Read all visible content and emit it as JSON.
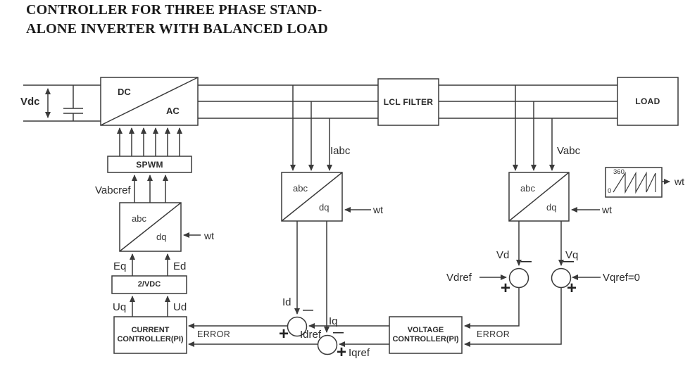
{
  "title": {
    "line1": "CONTROLLER FOR THREE PHASE STAND-",
    "line2": "ALONE INVERTER WITH BALANCED LOAD"
  },
  "colors": {
    "line": "#3a3a3a",
    "text": "#2b2b2b",
    "background": "#ffffff"
  },
  "diagram": {
    "vdc": "Vdc",
    "inverter": {
      "dc": "DC",
      "ac": "AC"
    },
    "spwm": "SPWM",
    "lcl": "LCL FILTER",
    "load": "LOAD",
    "t1": {
      "abc": "abc",
      "dq": "dq",
      "wt": "wt",
      "out": "Vabcref"
    },
    "t2": {
      "abc": "abc",
      "dq": "dq",
      "wt": "wt",
      "in": "Iabc",
      "d": "Id",
      "q": "Iq"
    },
    "t3": {
      "abc": "abc",
      "dq": "dq",
      "wt": "wt",
      "in": "Vabc",
      "d": "Vd",
      "q": "Vq"
    },
    "gain": "2/VDC",
    "eq": "Eq",
    "ed": "Ed",
    "uq": "Uq",
    "ud": "Ud",
    "cc": {
      "l1": "CURRENT",
      "l2": "CONTROLLER(PI)",
      "error": "ERROR"
    },
    "vc": {
      "l1": "VOLTAGE",
      "l2": "CONTROLLER(PI)",
      "error": "ERROR"
    },
    "ref": {
      "idref": "Idref",
      "iqref": "Iqref",
      "vdref": "Vdref",
      "vqref": "Vqref=0"
    },
    "sign": {
      "plus": "+",
      "minus": "—"
    },
    "ramp": {
      "max": "360",
      "min": "0",
      "out": "wt"
    }
  }
}
